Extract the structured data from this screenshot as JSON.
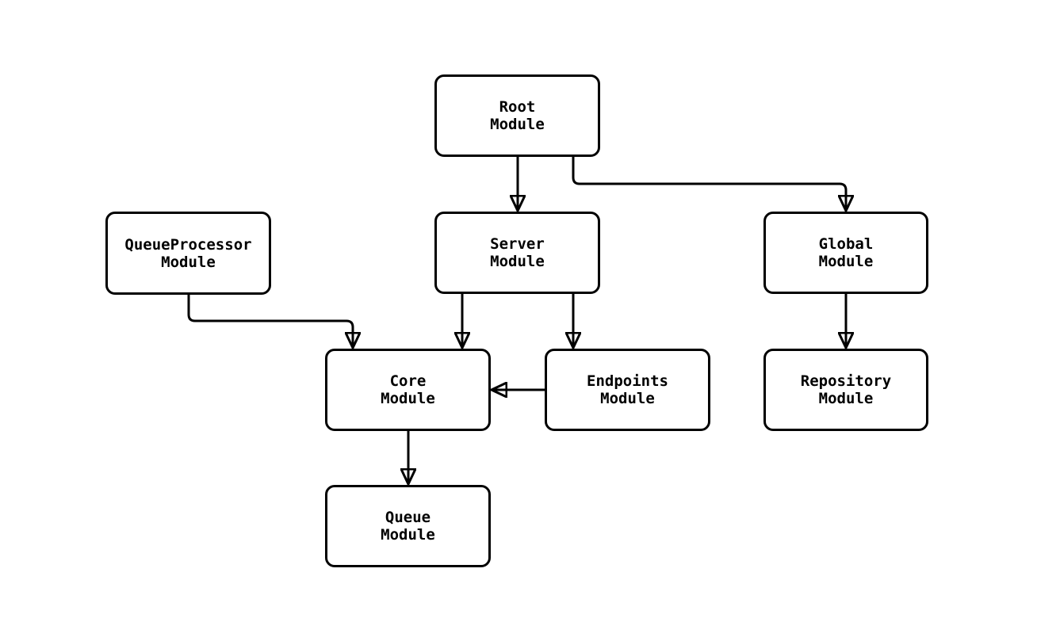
{
  "diagram": {
    "type": "module-dependency-graph",
    "colors": {
      "background": "#ffffff",
      "node_fill": "#ffffff",
      "node_border": "#000000",
      "edge_stroke": "#000000",
      "text": "#000000"
    },
    "nodes": {
      "root": {
        "label": "Root\nModule"
      },
      "queueprocessor": {
        "label": "QueueProcessor\nModule"
      },
      "server": {
        "label": "Server\nModule"
      },
      "global": {
        "label": "Global\nModule"
      },
      "core": {
        "label": "Core\nModule"
      },
      "endpoints": {
        "label": "Endpoints\nModule"
      },
      "repository": {
        "label": "Repository\nModule"
      },
      "queue": {
        "label": "Queue\nModule"
      }
    },
    "edges": [
      {
        "from": "Root Module",
        "to": "Server Module"
      },
      {
        "from": "Root Module",
        "to": "Global Module"
      },
      {
        "from": "QueueProcessor Module",
        "to": "Core Module"
      },
      {
        "from": "Server Module",
        "to": "Core Module"
      },
      {
        "from": "Server Module",
        "to": "Endpoints Module"
      },
      {
        "from": "Endpoints Module",
        "to": "Core Module"
      },
      {
        "from": "Core Module",
        "to": "Queue Module"
      },
      {
        "from": "Global Module",
        "to": "Repository Module"
      }
    ]
  }
}
